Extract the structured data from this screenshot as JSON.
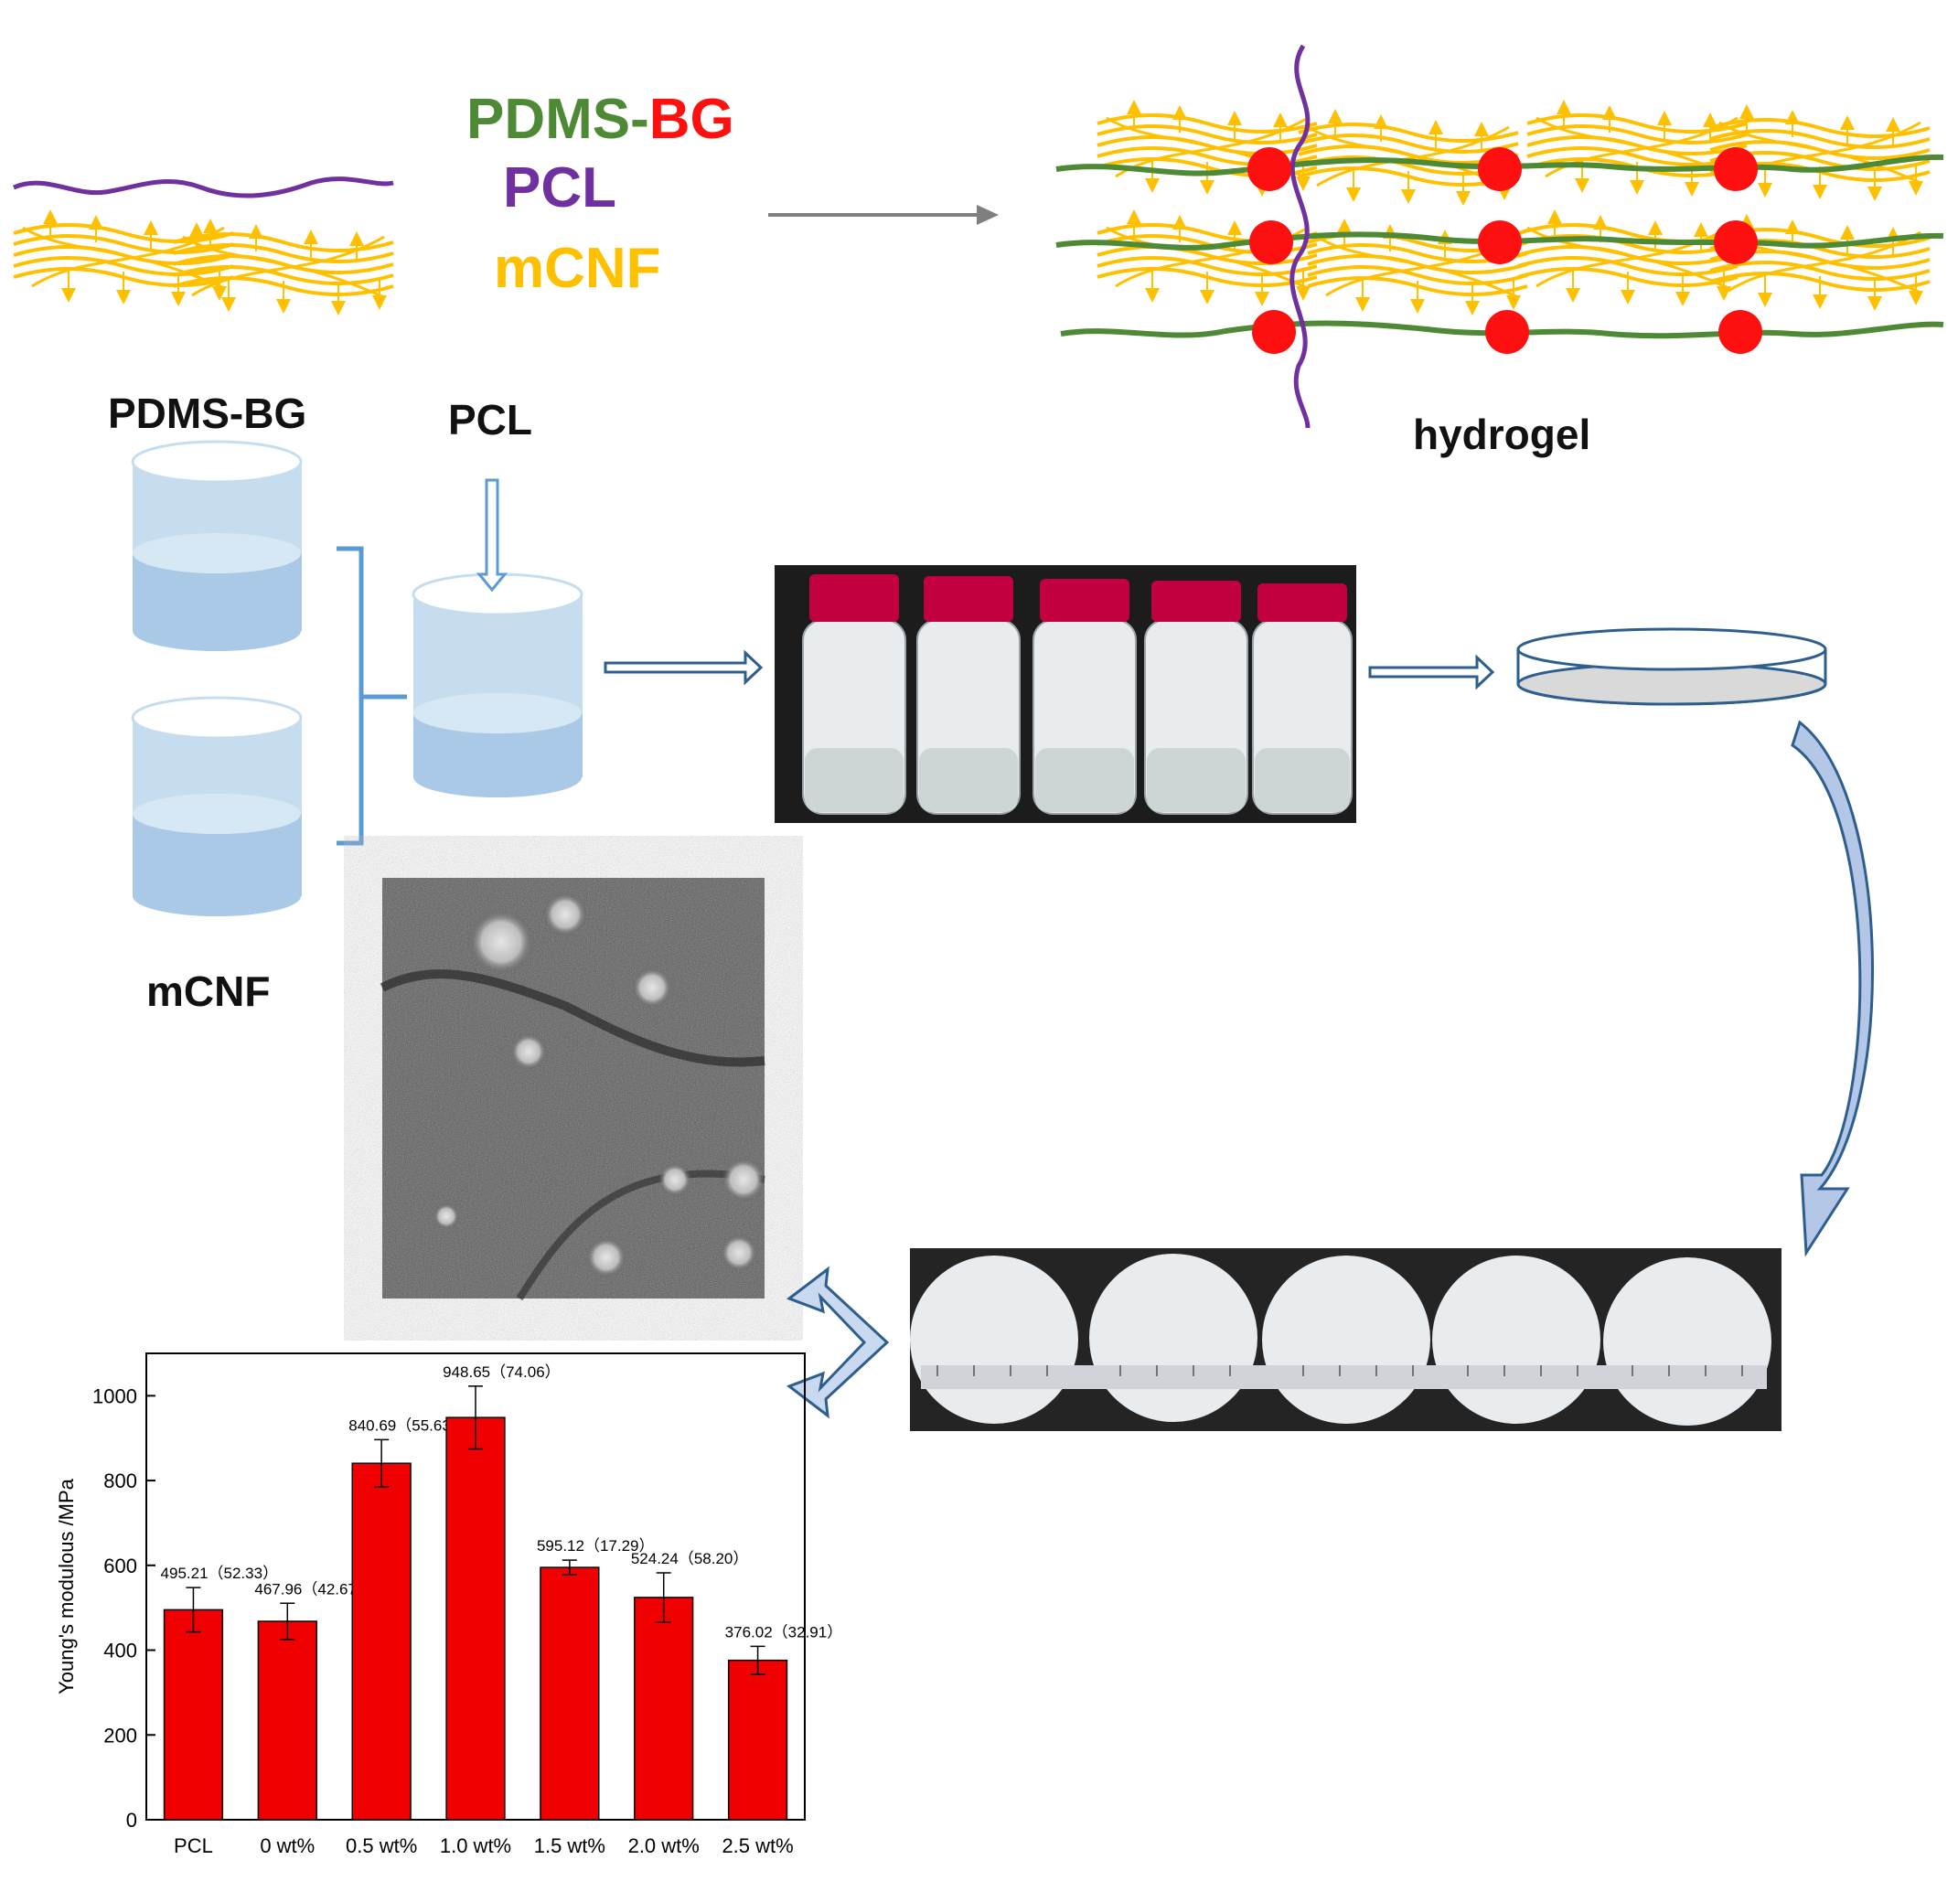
{
  "colors": {
    "green": "#4e8a35",
    "red": "#ff1010",
    "purple": "#7030a0",
    "gold": "#ffc000",
    "cyl_fill": "#c6ddef",
    "cyl_edge": "#a9c9e6",
    "blue_line": "#5b9bd5",
    "outline_blue": "#2e5e8e",
    "bar_red": "#f00000"
  },
  "legend": {
    "pdms": "PDMS-",
    "bg": "BG",
    "pcl": "PCL",
    "mcnf": "mCNF"
  },
  "labels": {
    "pdms_bg": "PDMS-BG",
    "pcl": "PCL",
    "mcnf": "mCNF",
    "hydrogel": "hydrogel"
  },
  "icons": {
    "process_arrow": "right-arrow-icon",
    "double_arrow": "double-headed-arrow-icon",
    "curved_arrow": "curved-down-arrow-icon",
    "petri_dish": "petri-dish-icon",
    "beaker": "beaker-icon"
  },
  "chart_data": {
    "type": "bar",
    "title": "",
    "xlabel": "",
    "ylabel": "Young's modulous /MPa",
    "categories": [
      "PCL",
      "0 wt%",
      "0.5 wt%",
      "1.0 wt%",
      "1.5 wt%",
      "2.0 wt%",
      "2.5 wt%"
    ],
    "values": [
      495.21,
      467.96,
      840.69,
      948.65,
      595.12,
      524.24,
      376.02
    ],
    "errors": [
      52.33,
      42.67,
      55.63,
      74.06,
      17.29,
      58.2,
      32.91
    ],
    "data_labels": [
      "495.21（52.33）",
      "467.96（42.67）",
      "840.69（55.63）",
      "948.65（74.06）",
      "595.12（17.29）",
      "524.24（58.20）",
      "376.02（32.91）"
    ],
    "ylim": [
      0,
      1100
    ],
    "yticks": [
      0,
      200,
      400,
      600,
      800,
      1000
    ],
    "color": "#f00000",
    "grid": false
  }
}
